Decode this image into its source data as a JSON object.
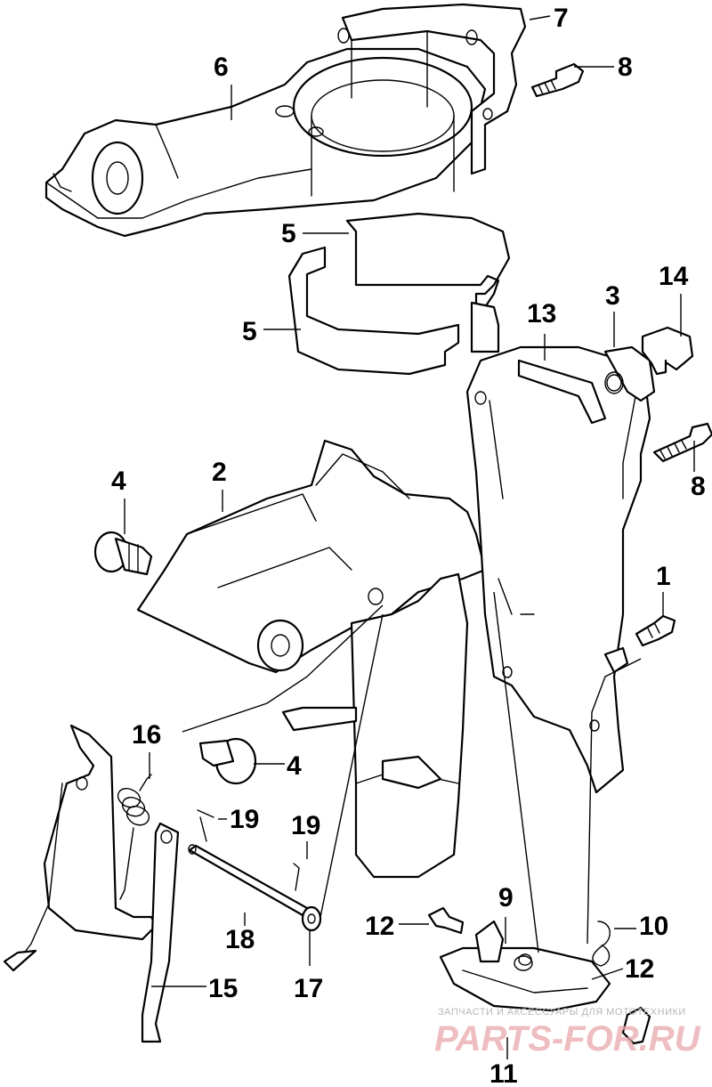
{
  "diagram": {
    "callouts": [
      {
        "id": "c7",
        "label": "7"
      },
      {
        "id": "c6",
        "label": "6"
      },
      {
        "id": "c8a",
        "label": "8"
      },
      {
        "id": "c5a",
        "label": "5"
      },
      {
        "id": "c5b",
        "label": "5"
      },
      {
        "id": "c3",
        "label": "3"
      },
      {
        "id": "c14",
        "label": "14"
      },
      {
        "id": "c13",
        "label": "13"
      },
      {
        "id": "c2",
        "label": "2"
      },
      {
        "id": "c4a",
        "label": "4"
      },
      {
        "id": "c8b",
        "label": "8"
      },
      {
        "id": "c1",
        "label": "1"
      },
      {
        "id": "c16",
        "label": "16"
      },
      {
        "id": "c4b",
        "label": "4"
      },
      {
        "id": "c19a",
        "label": "19"
      },
      {
        "id": "c19b",
        "label": "19"
      },
      {
        "id": "c9",
        "label": "9"
      },
      {
        "id": "c10",
        "label": "10"
      },
      {
        "id": "c12a",
        "label": "12"
      },
      {
        "id": "c12b",
        "label": "12"
      },
      {
        "id": "c18",
        "label": "18"
      },
      {
        "id": "c17",
        "label": "17"
      },
      {
        "id": "c15",
        "label": "15"
      },
      {
        "id": "c11",
        "label": "11"
      }
    ]
  },
  "watermark": {
    "tagline": "ЗАПЧАСТИ И АКСЕССУАРЫ ДЛЯ МОТОТЕХНИКИ",
    "brand": "PARTS-FOR.RU"
  }
}
